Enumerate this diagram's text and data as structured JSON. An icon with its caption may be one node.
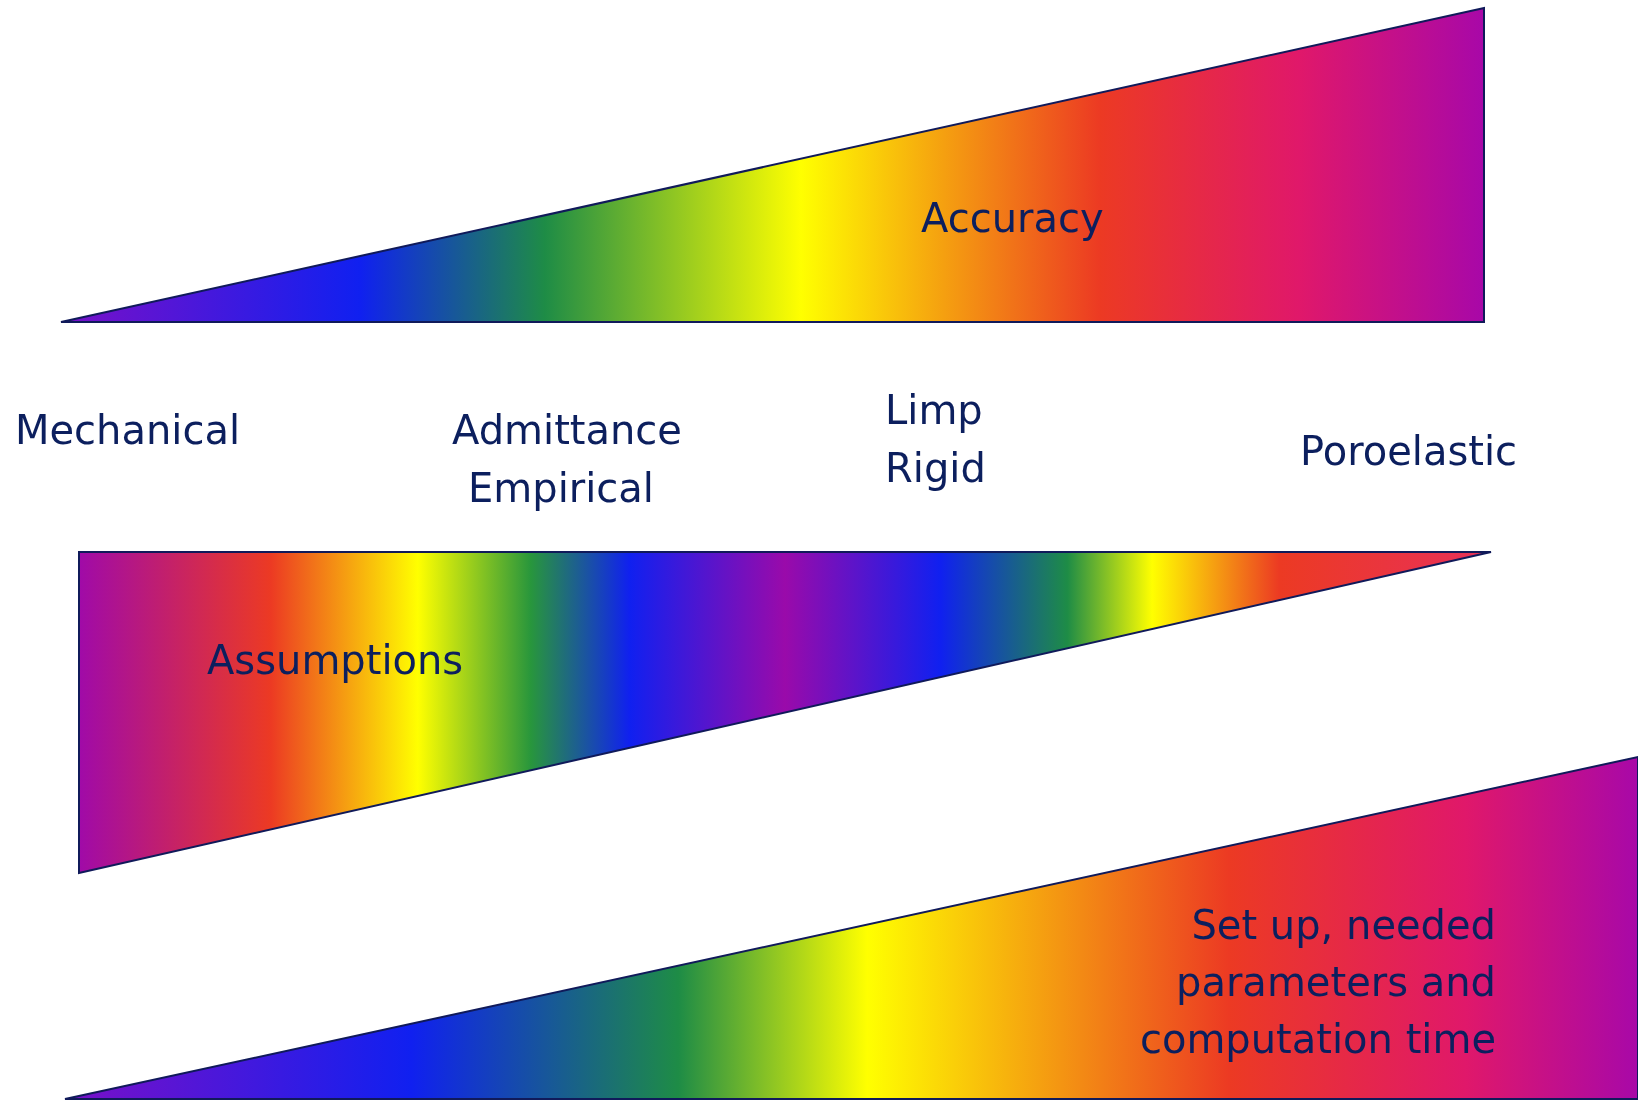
{
  "diagram": {
    "nodes": [
      {
        "text": [
          "Accuracy"
        ]
      },
      {
        "text": [
          "Assumptions"
        ]
      },
      {
        "text": [
          "Set up, needed parameters and computation time"
        ]
      }
    ],
    "labels": [
      "Mechanical",
      "Admittance",
      "Empirical",
      "Limp",
      "Rigid",
      "Poroelastic"
    ]
  }
}
